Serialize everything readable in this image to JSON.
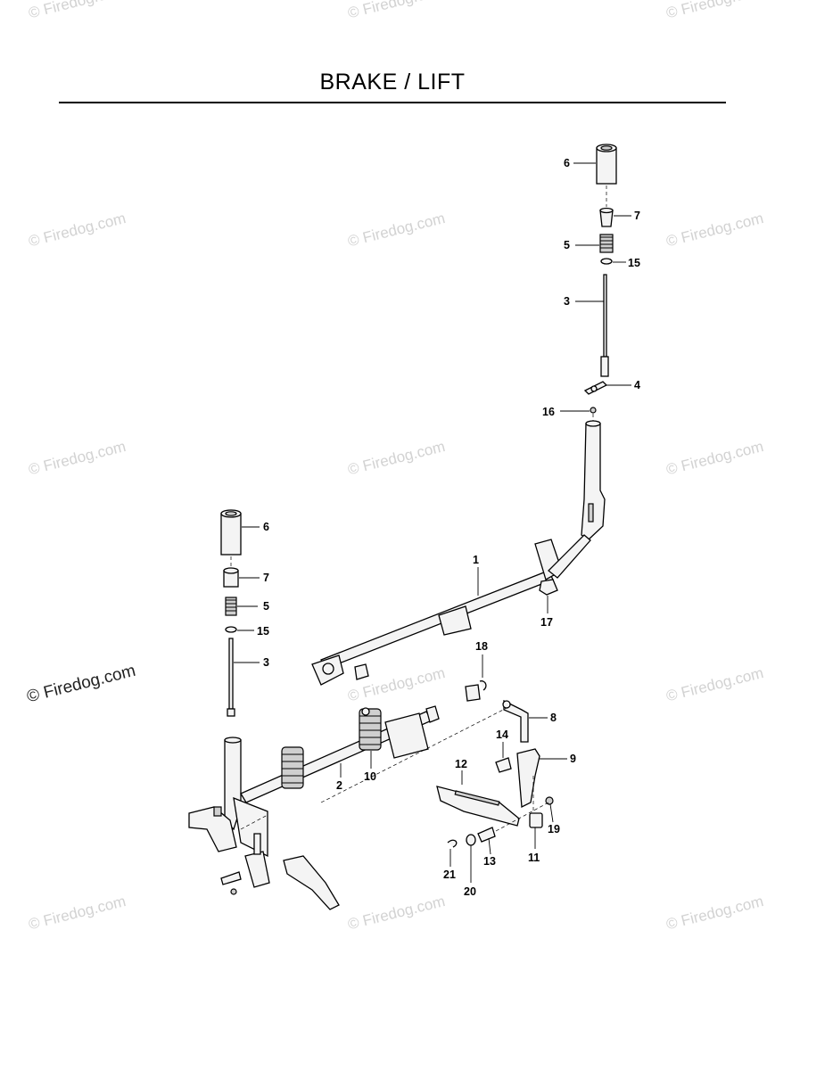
{
  "title": "BRAKE / LIFT",
  "watermark": {
    "text": "© Firedog.com",
    "color": "#d2d2d2",
    "prominent_color": "#222222"
  },
  "callouts": [
    {
      "id": "c6-top",
      "label": "6"
    },
    {
      "id": "c7-top",
      "label": "7"
    },
    {
      "id": "c5-top",
      "label": "5"
    },
    {
      "id": "c15-top",
      "label": "15"
    },
    {
      "id": "c3-top",
      "label": "3"
    },
    {
      "id": "c4",
      "label": "4"
    },
    {
      "id": "c16",
      "label": "16"
    },
    {
      "id": "c1",
      "label": "1"
    },
    {
      "id": "c17",
      "label": "17"
    },
    {
      "id": "c6-left",
      "label": "6"
    },
    {
      "id": "c7-left",
      "label": "7"
    },
    {
      "id": "c5-left",
      "label": "5"
    },
    {
      "id": "c15-left",
      "label": "15"
    },
    {
      "id": "c3-left",
      "label": "3"
    },
    {
      "id": "c18",
      "label": "18"
    },
    {
      "id": "c8",
      "label": "8"
    },
    {
      "id": "c14",
      "label": "14"
    },
    {
      "id": "c9",
      "label": "9"
    },
    {
      "id": "c12",
      "label": "12"
    },
    {
      "id": "c10",
      "label": "10"
    },
    {
      "id": "c2",
      "label": "2"
    },
    {
      "id": "c19",
      "label": "19"
    },
    {
      "id": "c11",
      "label": "11"
    },
    {
      "id": "c13",
      "label": "13"
    },
    {
      "id": "c21",
      "label": "21"
    },
    {
      "id": "c20",
      "label": "20"
    }
  ]
}
